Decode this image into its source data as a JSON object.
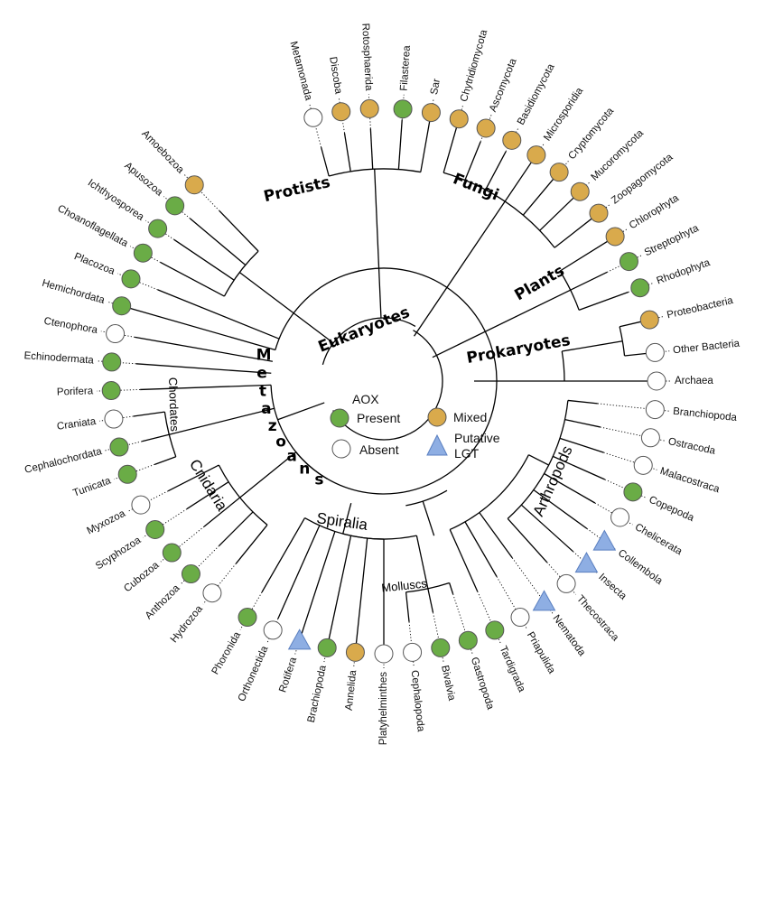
{
  "legend": {
    "title": "AOX",
    "present": "Present",
    "mixed": "Mixed",
    "absent": "Absent",
    "lgt_line1": "Putative",
    "lgt_line2": "LGT"
  },
  "colors": {
    "present": "#6aac46",
    "mixed": "#d9aa4c",
    "absent": "#ffffff",
    "lgt": "#8eaee3",
    "outline": "#555555"
  },
  "groups": {
    "eukaryotes": "Eukaryotes",
    "prokaryotes": "Prokaryotes",
    "protists": "Protists",
    "fungi": "Fungi",
    "plants": "Plants",
    "metazoans": "Metazoans",
    "spiralia": "Spiralia",
    "arthropods": "Arthropods",
    "cnidaria": "Cnidaria",
    "chordates": "Chordates",
    "molluscs": "Molluscs"
  },
  "taxa": [
    {
      "name": "Metamonada",
      "status": "absent"
    },
    {
      "name": "Discoba",
      "status": "mixed"
    },
    {
      "name": "Rotosphaerida",
      "status": "mixed"
    },
    {
      "name": "Filasterea",
      "status": "present"
    },
    {
      "name": "Sar",
      "status": "mixed"
    },
    {
      "name": "Chytridiomycota",
      "status": "mixed"
    },
    {
      "name": "Ascomycota",
      "status": "mixed"
    },
    {
      "name": "Basidiomycota",
      "status": "mixed"
    },
    {
      "name": "Microsporidia",
      "status": "mixed"
    },
    {
      "name": "Cryptomycota",
      "status": "mixed"
    },
    {
      "name": "Mucoromycota",
      "status": "mixed"
    },
    {
      "name": "Zoopagomycota",
      "status": "mixed"
    },
    {
      "name": "Chlorophyta",
      "status": "mixed"
    },
    {
      "name": "Streptophyta",
      "status": "present"
    },
    {
      "name": "Rhodophyta",
      "status": "present"
    },
    {
      "name": "Proteobacteria",
      "status": "mixed"
    },
    {
      "name": "Other Bacteria",
      "status": "absent"
    },
    {
      "name": "Archaea",
      "status": "absent"
    },
    {
      "name": "Branchiopoda",
      "status": "absent"
    },
    {
      "name": "Ostracoda",
      "status": "absent"
    },
    {
      "name": "Malacostraca",
      "status": "absent"
    },
    {
      "name": "Copepoda",
      "status": "present"
    },
    {
      "name": "Chelicerata",
      "status": "absent"
    },
    {
      "name": "Collembola",
      "status": "lgt"
    },
    {
      "name": "Insecta",
      "status": "lgt"
    },
    {
      "name": "Thecostraca",
      "status": "absent"
    },
    {
      "name": "Nematoda",
      "status": "lgt"
    },
    {
      "name": "Priapulida",
      "status": "absent"
    },
    {
      "name": "Tardigrada",
      "status": "present"
    },
    {
      "name": "Gastropoda",
      "status": "present"
    },
    {
      "name": "Bivalvia",
      "status": "present"
    },
    {
      "name": "Cephalopoda",
      "status": "absent"
    },
    {
      "name": "Platyhelminthes",
      "status": "absent"
    },
    {
      "name": "Annelida",
      "status": "mixed"
    },
    {
      "name": "Brachiopoda",
      "status": "present"
    },
    {
      "name": "Rotifera",
      "status": "lgt"
    },
    {
      "name": "Orthonectida",
      "status": "absent"
    },
    {
      "name": "Phoronida",
      "status": "present"
    },
    {
      "name": "Hydrozoa",
      "status": "absent"
    },
    {
      "name": "Anthozoa",
      "status": "present"
    },
    {
      "name": "Cubozoa",
      "status": "present"
    },
    {
      "name": "Scyphozoa",
      "status": "present"
    },
    {
      "name": "Myxozoa",
      "status": "absent"
    },
    {
      "name": "Tunicata",
      "status": "present"
    },
    {
      "name": "Cephalochordata",
      "status": "present"
    },
    {
      "name": "Craniata",
      "status": "absent"
    },
    {
      "name": "Porifera",
      "status": "present"
    },
    {
      "name": "Echinodermata",
      "status": "present"
    },
    {
      "name": "Ctenophora",
      "status": "absent"
    },
    {
      "name": "Hemichordata",
      "status": "present"
    },
    {
      "name": "Placozoa",
      "status": "present"
    },
    {
      "name": "Choanoflagellata",
      "status": "present"
    },
    {
      "name": "Ichthyosporea",
      "status": "present"
    },
    {
      "name": "Apusozoa",
      "status": "present"
    },
    {
      "name": "Amoebozoa",
      "status": "mixed"
    }
  ]
}
